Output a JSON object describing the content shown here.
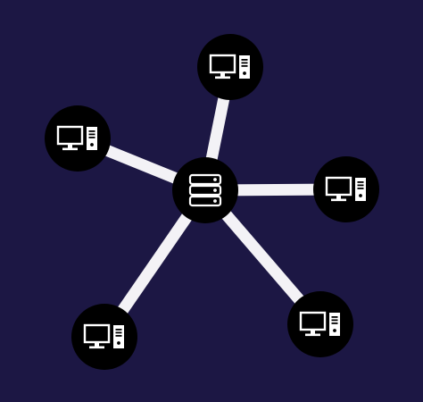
{
  "colors": {
    "background": "#1c1744",
    "node_fill": "#000000",
    "link": "#f3f2f6",
    "icon": "#ffffff"
  },
  "diagram": {
    "type": "star-network",
    "hub": {
      "icon": "server-rack-icon",
      "role": "server"
    },
    "clients": [
      {
        "id": "top",
        "icon": "desktop-computer-icon"
      },
      {
        "id": "left",
        "icon": "desktop-computer-icon"
      },
      {
        "id": "right",
        "icon": "desktop-computer-icon"
      },
      {
        "id": "bottom-left",
        "icon": "desktop-computer-icon"
      },
      {
        "id": "bottom-right",
        "icon": "desktop-computer-icon"
      }
    ],
    "links": [
      {
        "from": "hub",
        "to": "top"
      },
      {
        "from": "hub",
        "to": "left"
      },
      {
        "from": "hub",
        "to": "right"
      },
      {
        "from": "hub",
        "to": "bottom-left"
      },
      {
        "from": "hub",
        "to": "bottom-right"
      }
    ]
  }
}
